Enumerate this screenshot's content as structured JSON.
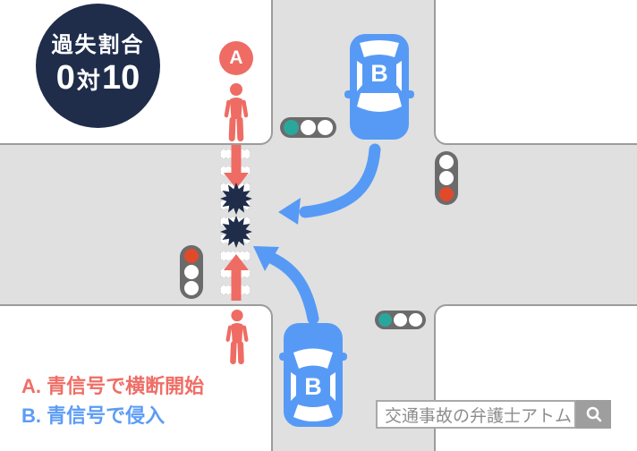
{
  "badge": {
    "title": "過失割合",
    "ratio_left": "0",
    "ratio_sep": "対",
    "ratio_right": "10"
  },
  "markers": {
    "pedestrian": "A",
    "car_top": "B",
    "car_bottom": "B"
  },
  "legend": {
    "line_a": "A. 青信号で横断開始",
    "line_b": "B. 青信号で侵入"
  },
  "search": {
    "query": "交通事故の弁護士アトム",
    "icon": "magnifier"
  },
  "signals": {
    "west": {
      "orientation": "vertical",
      "bulbs": [
        "#E04A2B",
        "#FFFFFF",
        "#FFFFFF"
      ]
    },
    "east": {
      "orientation": "vertical",
      "bulbs": [
        "#FFFFFF",
        "#FFFFFF",
        "#E04A2B"
      ]
    },
    "north": {
      "orientation": "horizontal",
      "bulbs": [
        "#2AA79C",
        "#FFFFFF",
        "#FFFFFF"
      ]
    },
    "south": {
      "orientation": "horizontal",
      "bulbs": [
        "#2AA79C",
        "#FFFFFF",
        "#FFFFFF"
      ]
    }
  },
  "colors": {
    "navy": "#1F2D4B",
    "salmon": "#EE6C64",
    "blue": "#579AF6",
    "teal": "#2AA79C",
    "signal-red": "#E04A2B",
    "road": "#E0E0E0",
    "block": "#FFFFFF",
    "block-border": "#9C9C9C",
    "light-body": "#6B6B6B",
    "search-border": "#A9A9A9",
    "search-text": "#8D8D8D",
    "search-button": "#9E9E9E",
    "legend-a": "#EF6E66",
    "legend-b": "#5B9CF6"
  }
}
